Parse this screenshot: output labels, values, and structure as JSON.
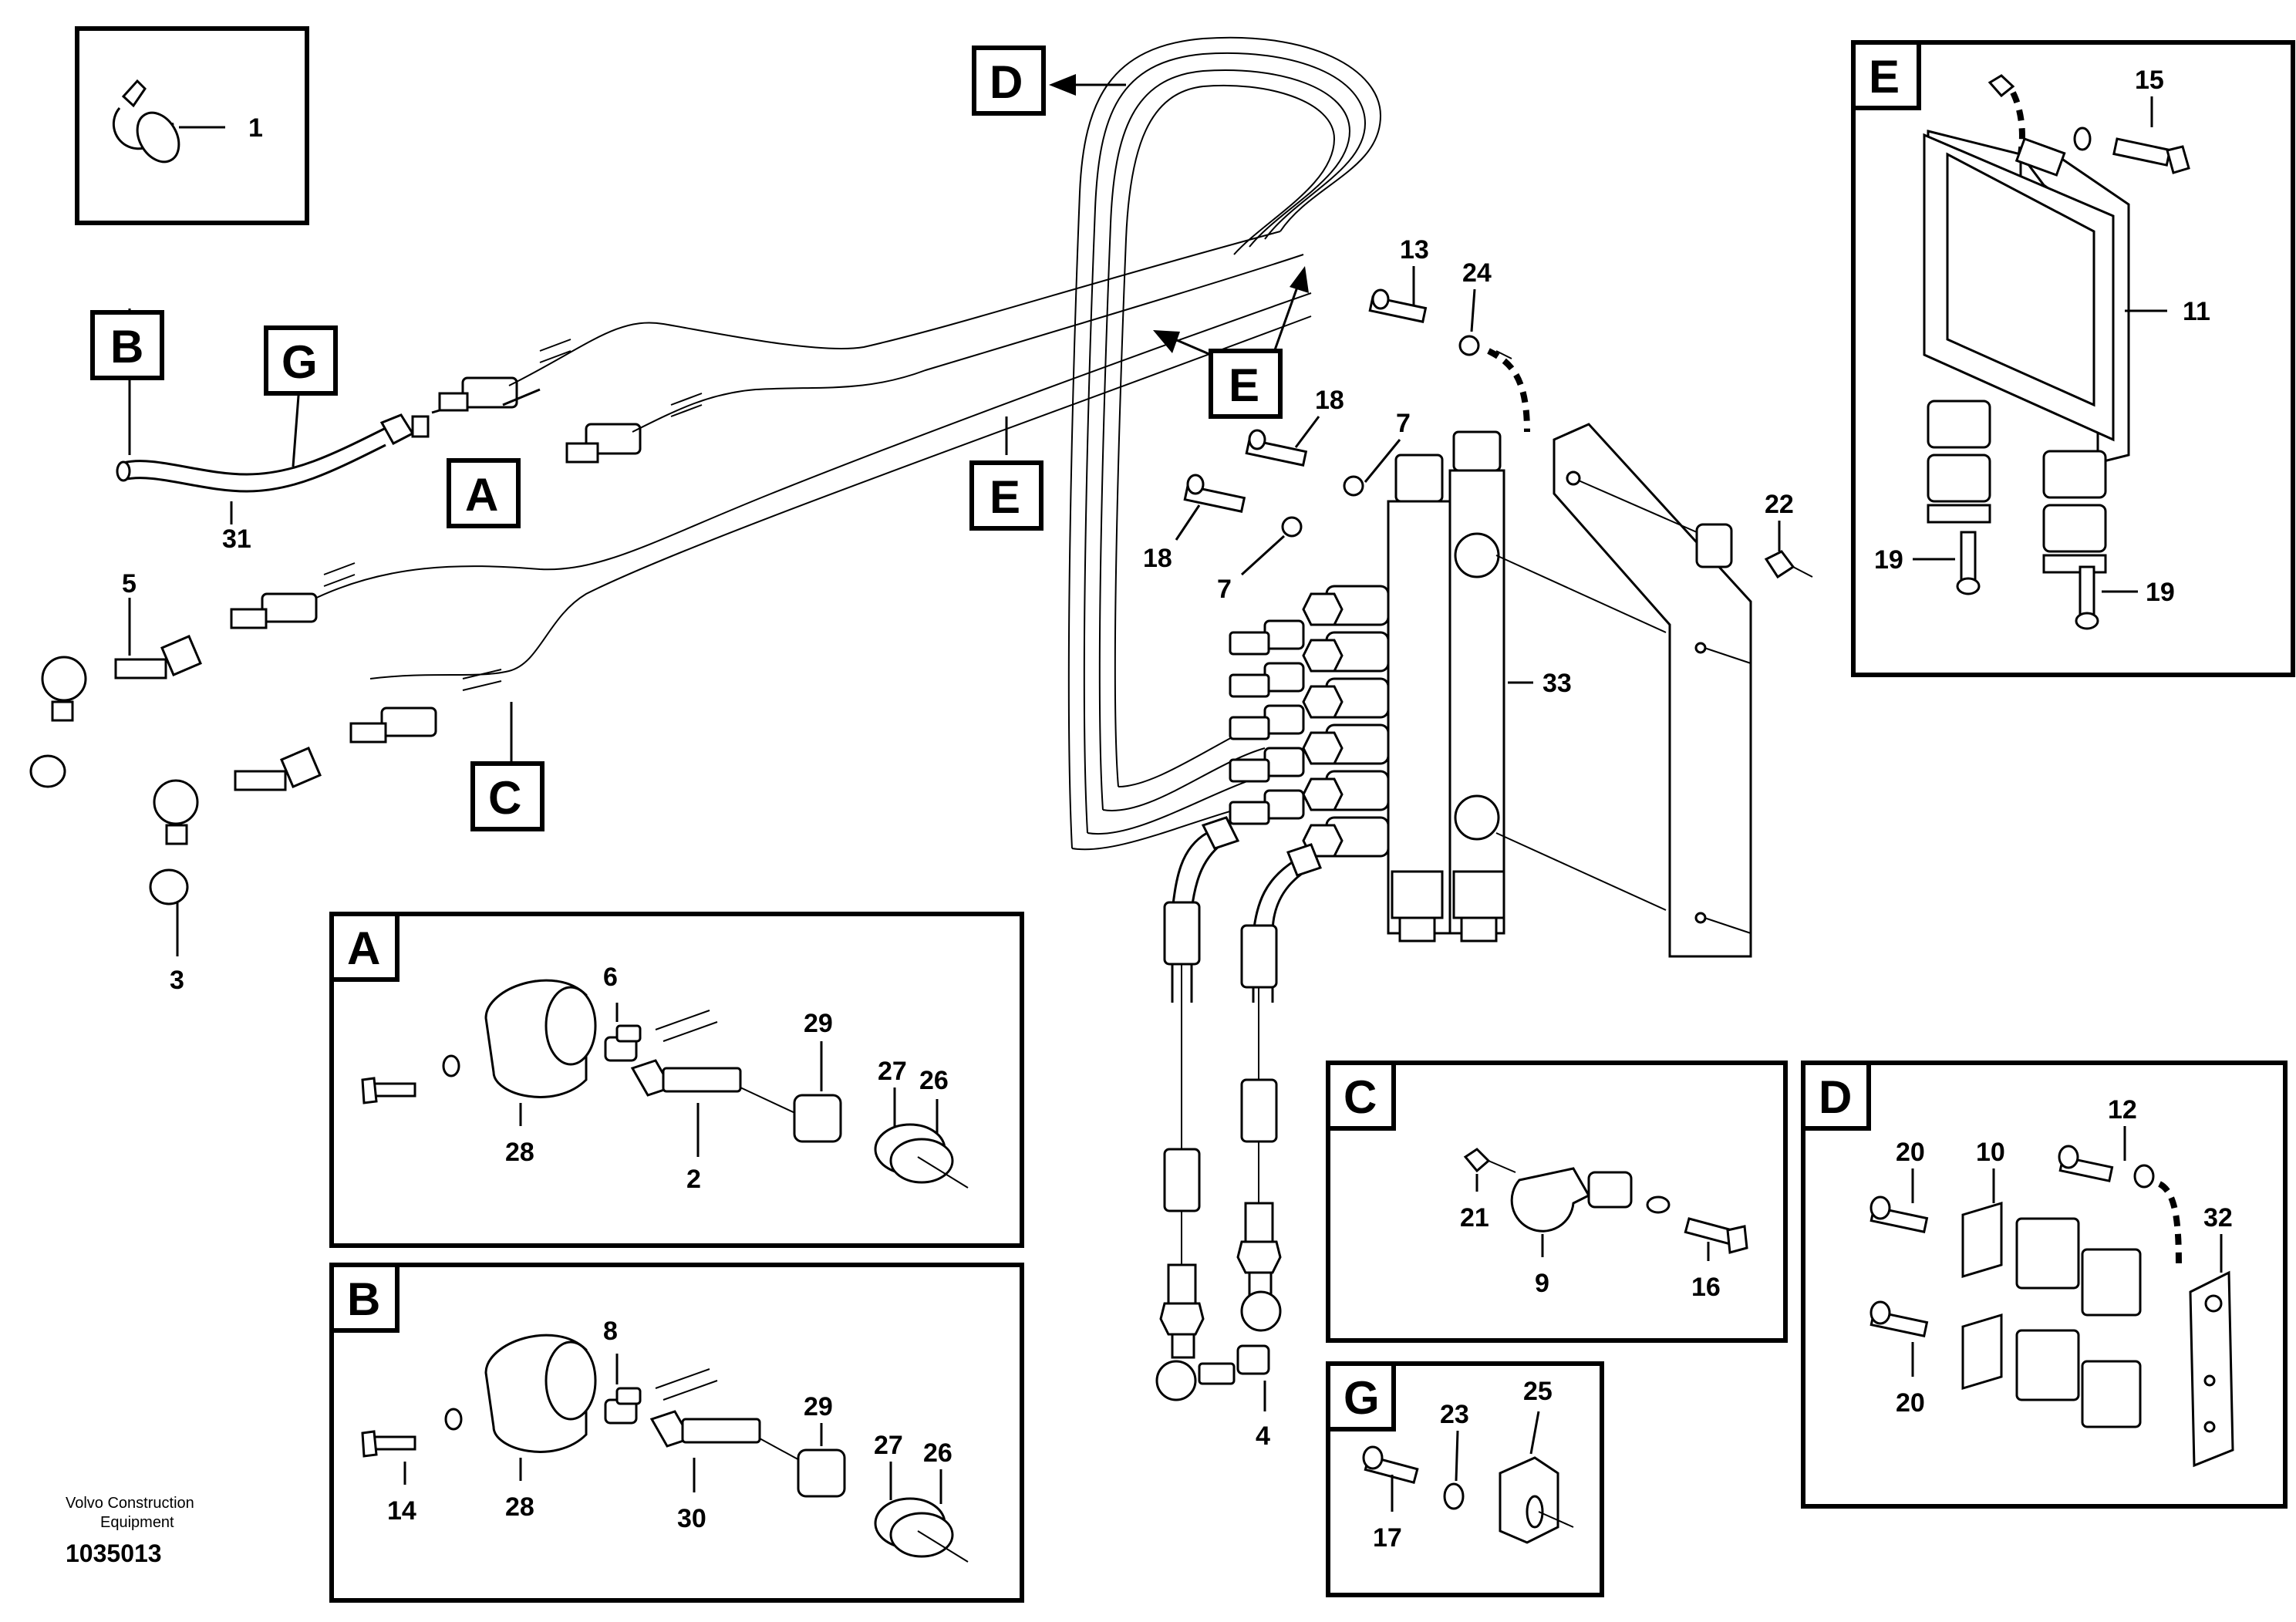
{
  "publisher": {
    "line1": "Volvo Construction",
    "line2": "Equipment"
  },
  "document_number": "1035013",
  "view_letters": {
    "A": "A",
    "B": "B",
    "C": "C",
    "D": "D",
    "E": "E",
    "G": "G"
  },
  "part_numbers": {
    "p1": "1",
    "p2": "2",
    "p3": "3",
    "p4": "4",
    "p5": "5",
    "p6": "6",
    "p7": "7",
    "p8": "8",
    "p9": "9",
    "p10": "10",
    "p11": "11",
    "p12": "12",
    "p13": "13",
    "p14": "14",
    "p15": "15",
    "p16": "16",
    "p17": "17",
    "p18": "18",
    "p19": "19",
    "p20": "20",
    "p21": "21",
    "p22": "22",
    "p23": "23",
    "p24": "24",
    "p25": "25",
    "p26": "26",
    "p27": "27",
    "p28": "28",
    "p29": "29",
    "p30": "30",
    "p31": "31",
    "p32": "32",
    "p33": "33"
  }
}
